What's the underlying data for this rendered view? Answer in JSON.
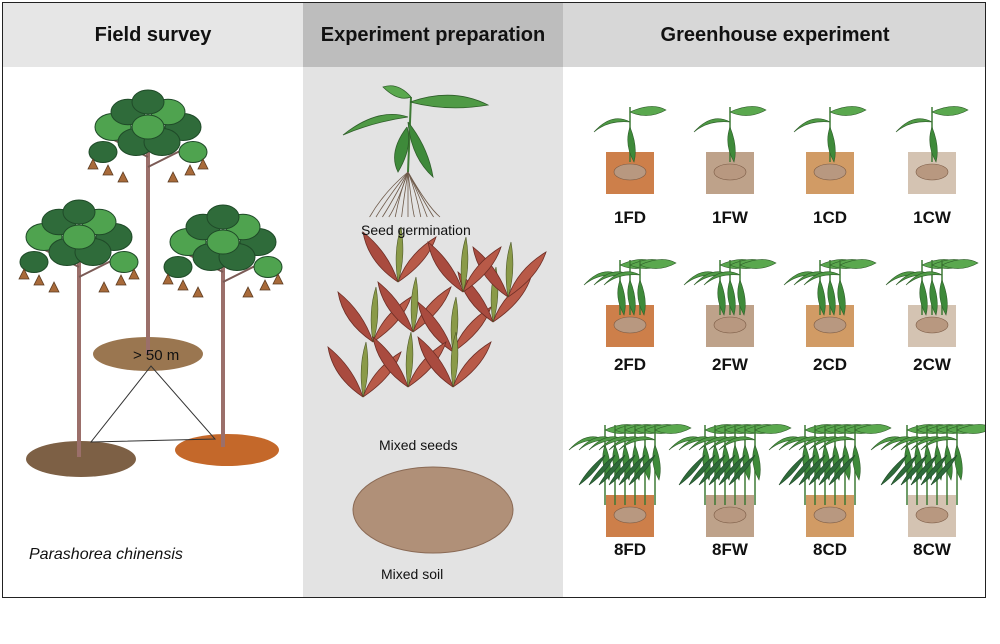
{
  "columns": {
    "field": {
      "title": "Field survey",
      "distance": "> 50 m",
      "species": "Parashorea chinensis"
    },
    "prep": {
      "title": "Experiment preparation",
      "steps": [
        "Seed germination",
        "Mixed seeds",
        "Mixed soil"
      ]
    },
    "greenhouse": {
      "title": "Greenhouse experiment",
      "labels": [
        "1FD",
        "1FW",
        "1CD",
        "1CW",
        "2FD",
        "2FW",
        "2CD",
        "2CW",
        "8FD",
        "8FW",
        "8CD",
        "8CW"
      ]
    }
  },
  "colors": {
    "trunk": "#9b6f6a",
    "canopy_dark": "#2f6b3a",
    "canopy_light": "#4fa34f",
    "soil_brown": "#8a6a4a",
    "soil_orange": "#c4682a",
    "soil_tan": "#b39275",
    "seed_red": "#a94b3f",
    "leaf_green": "#4f9a45"
  }
}
